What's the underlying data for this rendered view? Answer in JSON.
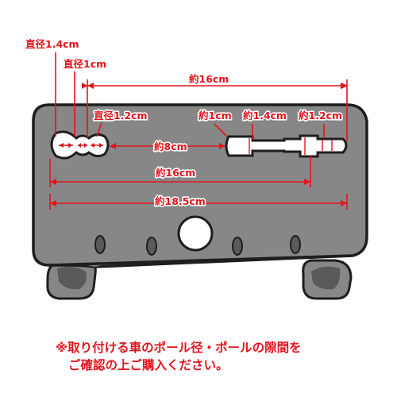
{
  "labels": {
    "dia_left_large": "直径1.4cm",
    "dia_left_small": "直径1cm",
    "approx_16_top": "約16cm",
    "dia_left_third": "直径1.2cm",
    "approx_1cm": "約1cm",
    "approx_1_4cm": "約1.4cm",
    "approx_1_2cm": "約1.2cm",
    "approx_8cm": "約8cm",
    "approx_16_mid": "約16cm",
    "approx_18_5": "約18.5cm"
  },
  "note": {
    "line1": "※取り付ける車のポール径・ポールの隙間を",
    "line2": "ご確認の上ご購入ください。"
  },
  "colors": {
    "accent": "#e0151e",
    "plate": "#878787",
    "outline": "#1e1e1e",
    "slot": "#ffffff"
  }
}
